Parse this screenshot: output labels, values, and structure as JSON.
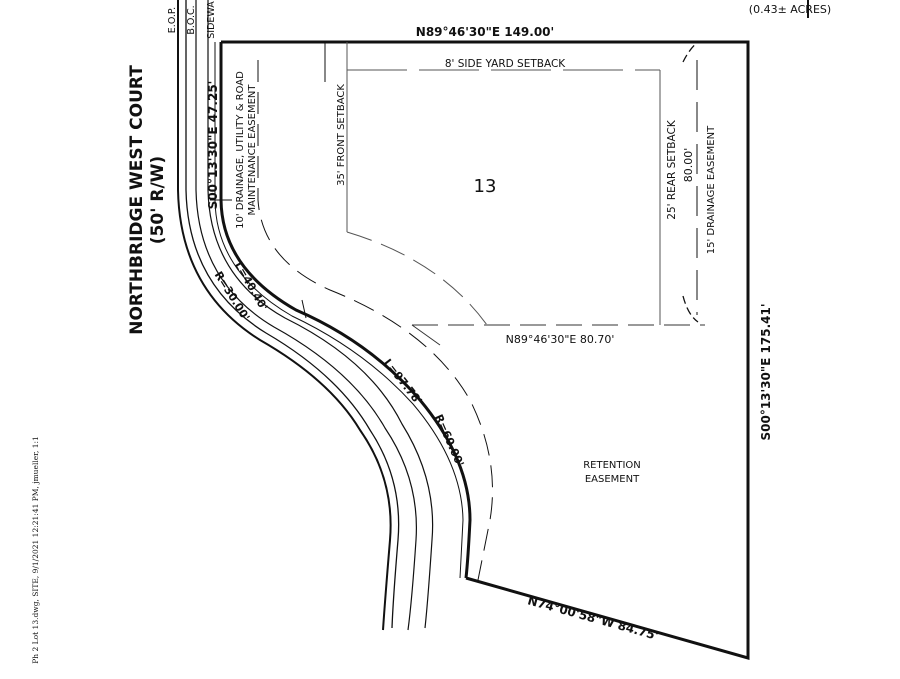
{
  "drawing": {
    "type": "site-plan",
    "lot_number": "13",
    "area_label": "(0.43± ACRES)",
    "street": {
      "name": "NORTHBRIDGE WEST COURT",
      "row": "(50' R/W)",
      "edge_labels": [
        "E.O.P.",
        "B.O.C.",
        "SIDEWA"
      ]
    },
    "boundary": {
      "north": "N89°46'30\"E 149.00'",
      "east": "S00°13'30\"E 175.41'",
      "south": "N74°00'58\"W 84.75'",
      "west": "S00°13'30\"E 47.25'"
    },
    "curves": [
      {
        "length": "L=40.40'",
        "radius": "R=30.00'"
      },
      {
        "length": "L=97.78'",
        "radius": "R=60.00'"
      }
    ],
    "setbacks": {
      "side": "8' SIDE YARD SETBACK",
      "front": "35' FRONT SETBACK",
      "rear": "25' REAR SETBACK",
      "rear_dim": "80.00'",
      "bottom_line": "N89°46'30\"E 80.70'"
    },
    "easements": {
      "road_line1": "10' DRAINAGE, UTILITY & ROAD",
      "road_line2": "MAINTENANCE EASEMENT",
      "drainage": "15' DRAINAGE EASEMENT",
      "retention_line1": "RETENTION",
      "retention_line2": "EASEMENT"
    },
    "plot_stamp": "Ph 2 Lot 13.dwg, SITE, 9/1/2021 12:21:41 PM, jmueller, 1:1"
  }
}
